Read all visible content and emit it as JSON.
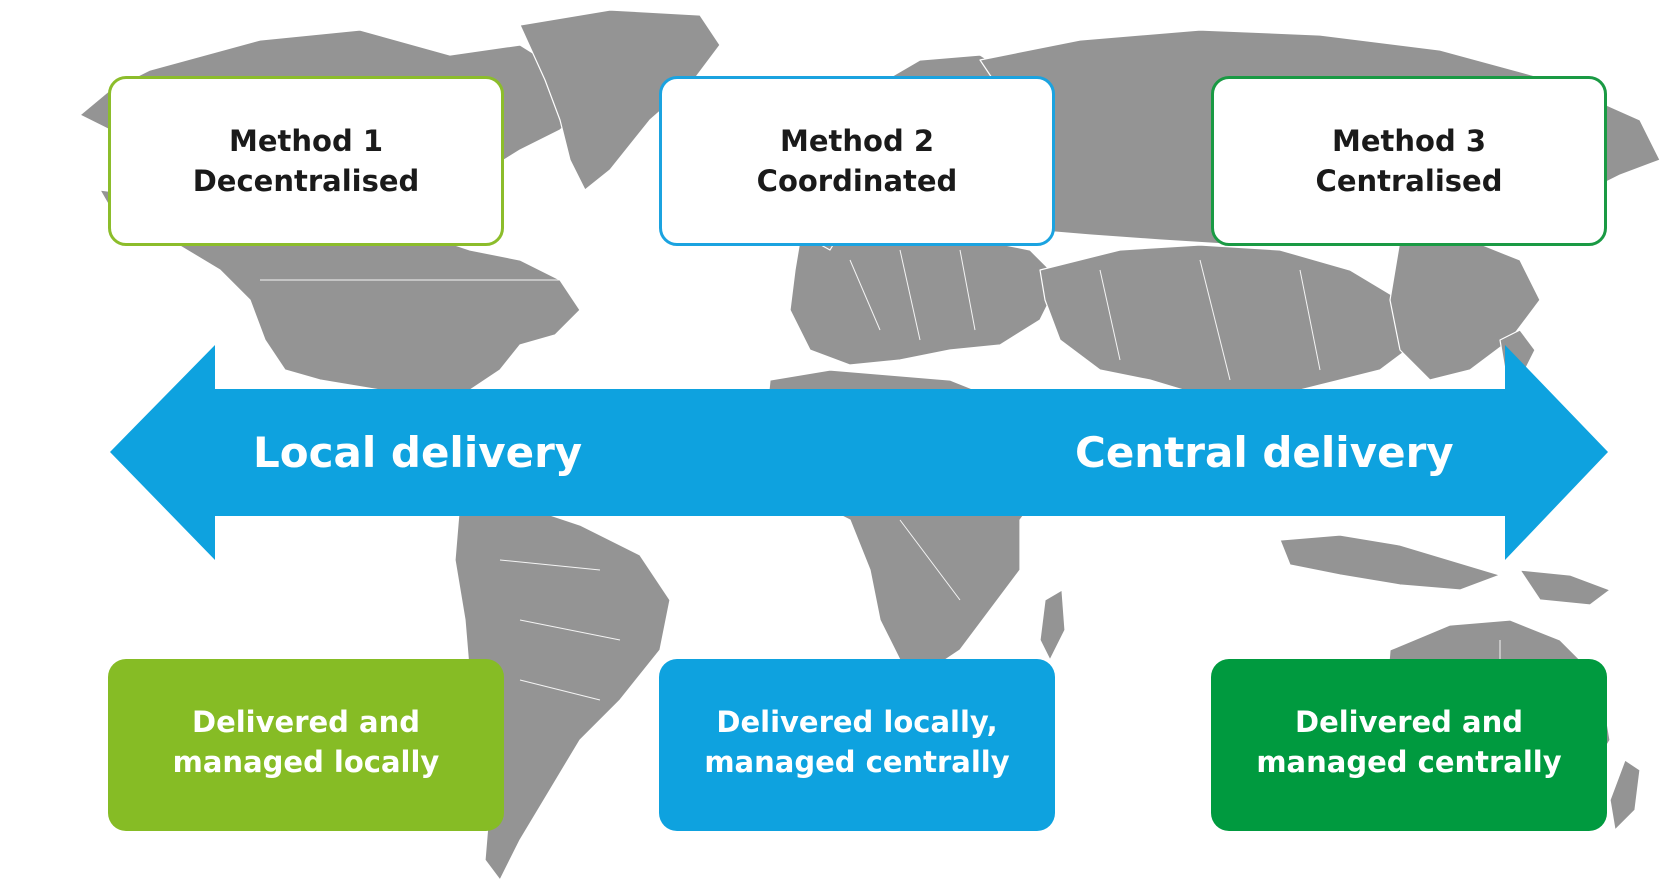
{
  "methods": [
    {
      "title": "Method 1",
      "subtitle": "Decentralised",
      "color": "#8cbd2b"
    },
    {
      "title": "Method 2",
      "subtitle": "Coordinated",
      "color": "#1ba3e0"
    },
    {
      "title": "Method 3",
      "subtitle": "Centralised",
      "color": "#1a9a44"
    }
  ],
  "arrow": {
    "left_label": "Local delivery",
    "right_label": "Central delivery",
    "color": "#0ea2df"
  },
  "descriptions": [
    {
      "line1": "Delivered and",
      "line2": "managed locally",
      "color": "#86bc25"
    },
    {
      "line1": "Delivered locally,",
      "line2": "managed centrally",
      "color": "#0ea2df"
    },
    {
      "line1": "Delivered and",
      "line2": "managed centrally",
      "color": "#009a3f"
    }
  ],
  "background": {
    "map_color": "#949494",
    "border_color": "#ffffff"
  }
}
